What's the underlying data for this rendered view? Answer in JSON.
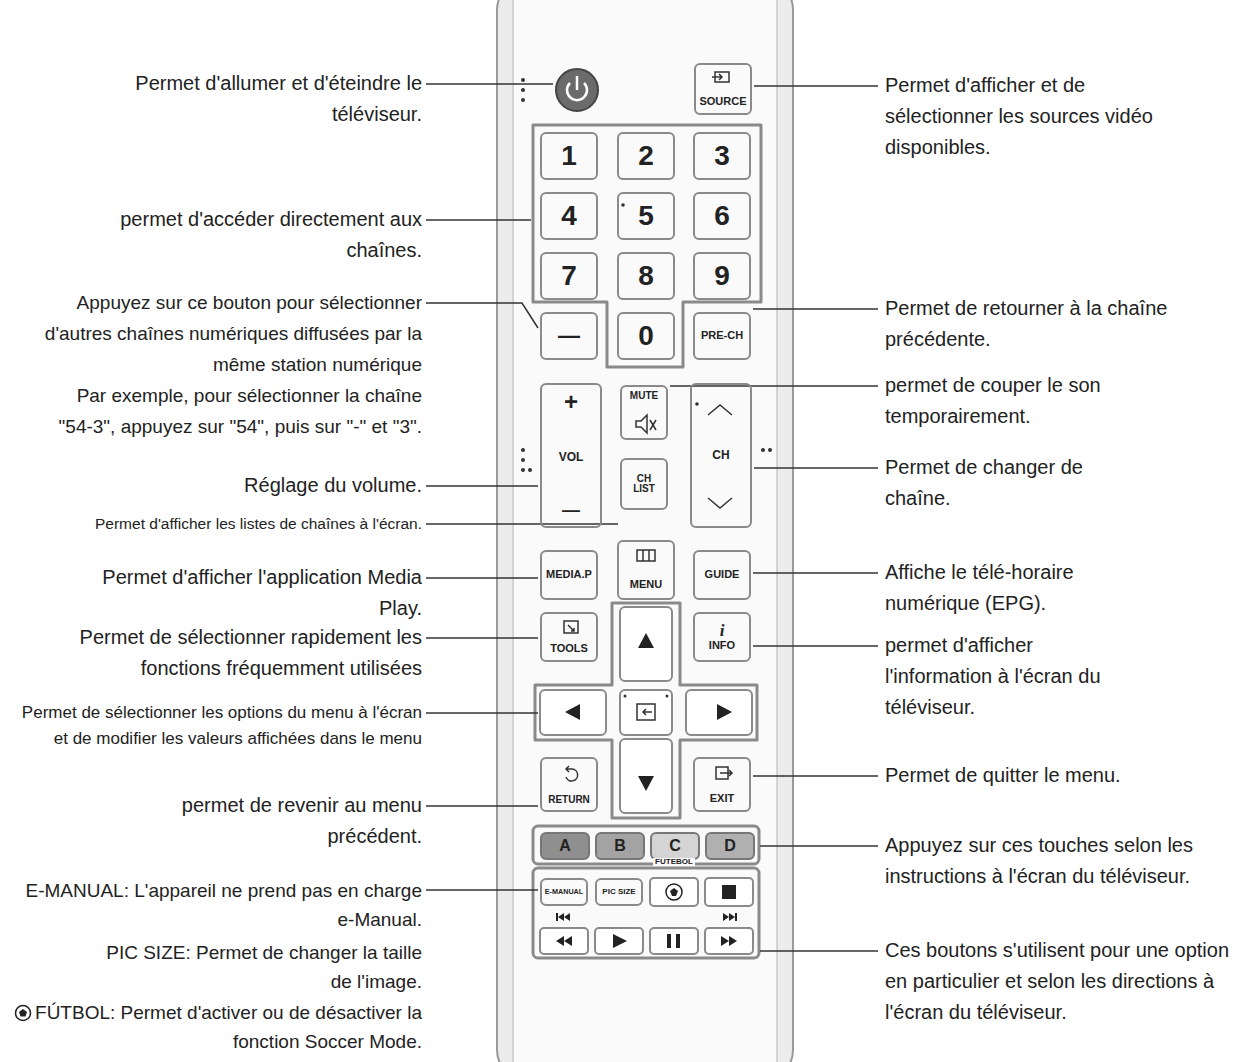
{
  "diagram": {
    "nodes": [
      {
        "text": [
          "SOURCE"
        ]
      },
      {
        "text": [
          "1"
        ]
      },
      {
        "text": [
          "2"
        ]
      },
      {
        "text": [
          "3"
        ]
      },
      {
        "text": [
          "4"
        ]
      },
      {
        "text": [
          "5"
        ]
      },
      {
        "text": [
          "6"
        ]
      },
      {
        "text": [
          "7"
        ]
      },
      {
        "text": [
          "8"
        ]
      },
      {
        "text": [
          "9"
        ]
      },
      {
        "text": [
          "—"
        ]
      },
      {
        "text": [
          "0"
        ]
      },
      {
        "text": [
          "PRE-CH"
        ]
      },
      {
        "text": [
          "+",
          "VOL",
          "—"
        ]
      },
      {
        "text": [
          "MUTE"
        ]
      },
      {
        "text": [
          "CH"
        ]
      },
      {
        "text": [
          "CH LIST"
        ]
      },
      {
        "text": [
          "MEDIA.P"
        ]
      },
      {
        "text": [
          "MENU"
        ]
      },
      {
        "text": [
          "GUIDE"
        ]
      },
      {
        "text": [
          "TOOLS"
        ]
      },
      {
        "text": [
          "i",
          "INFO"
        ]
      },
      {
        "text": [
          "RETURN"
        ]
      },
      {
        "text": [
          "EXIT"
        ]
      },
      {
        "text": [
          "A"
        ]
      },
      {
        "text": [
          "B"
        ]
      },
      {
        "text": [
          "C"
        ]
      },
      {
        "text": [
          "D"
        ]
      },
      {
        "text": [
          "E-MANUAL"
        ]
      },
      {
        "text": [
          "PIC SIZE"
        ]
      },
      {
        "text": [
          "FUTEBOL"
        ]
      }
    ],
    "labels": [
      "Permet d'allumer et d'éteindre le téléviseur.",
      "permet d'accéder directement aux chaînes.",
      "Appuyez sur ce bouton pour sélectionner d'autres chaînes numériques diffusées par la même station numérique",
      "Par exemple, pour sélectionner la chaîne \"54-3\", appuyez sur \"54\", puis sur \"-\" et \"3\".",
      "Réglage du volume.",
      "Permet d'afficher les listes de chaînes à l'écran.",
      "Permet d'afficher l'application Media Play.",
      "Permet de sélectionner rapidement les fonctions fréquemment utilisées",
      "Permet de sélectionner les options du menu à l'écran et de modifier les valeurs affichées dans le menu",
      "permet de revenir au menu précédent.",
      "E-MANUAL: L'appareil ne prend pas en charge e-Manual.",
      "PIC SIZE: Permet de changer la taille de l'image.",
      "FÚTBOL: Permet d'activer ou de désactiver la fonction Soccer Mode.",
      "Permet d'afficher et de sélectionner les sources vidéo disponibles.",
      "Permet de retourner à la chaîne précédente.",
      "permet de couper le son temporairement.",
      "Permet de changer de chaîne.",
      "Affiche le télé-horaire numérique (EPG).",
      "permet d'afficher l'information à l'écran du téléviseur.",
      "Permet de quitter le menu.",
      "Appuyez sur ces touches selon les instructions à l'écran du téléviseur.",
      "Ces boutons s'utilisent pour une option en particulier et selon les directions à l'écran du téléviseur."
    ]
  }
}
